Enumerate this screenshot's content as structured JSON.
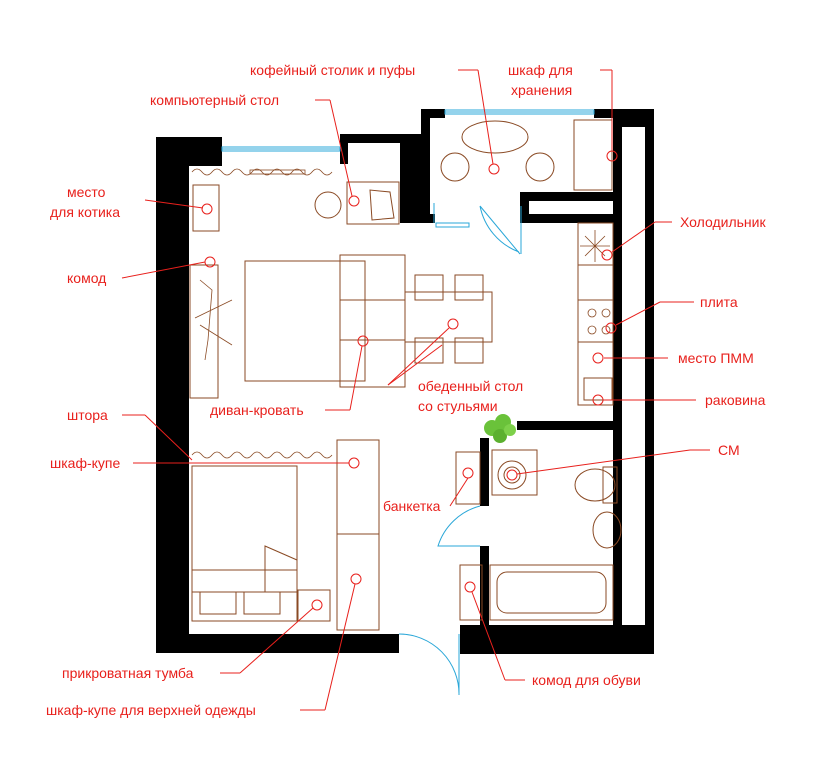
{
  "labels": {
    "coffee_table": "кофейный столик и пуфы",
    "storage_1": "шкаф для",
    "storage_2": "хранения",
    "computer_desk": "компьютерный стол",
    "cat_place_1": "место",
    "cat_place_2": "для котика",
    "dresser": "комод",
    "fridge": "Холодильник",
    "stove": "плита",
    "dishwasher": "место ПММ",
    "sink": "раковина",
    "dining_1": "обеденный стол",
    "dining_2": "со стульями",
    "sofa_bed": "диван-кровать",
    "curtain": "штора",
    "wardrobe": "шкаф-купе",
    "washer": "СМ",
    "bench": "банкетка",
    "nightstand": "прикроватная тумба",
    "coat_wardrobe": "шкаф-купе для верхней одежды",
    "shoe_cabinet": "комод для обуви"
  },
  "colors": {
    "label": "#e8201c",
    "wall": "#000000",
    "furniture": "#8a4a24",
    "window": "#2aa7d8",
    "plant": "#6ac23a"
  }
}
